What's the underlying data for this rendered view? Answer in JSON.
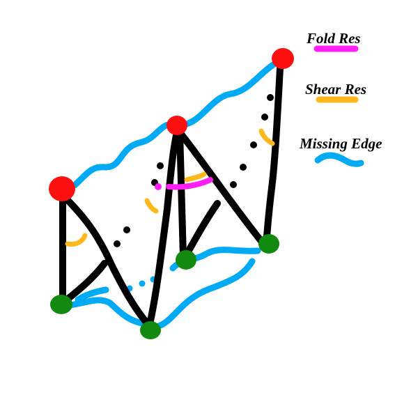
{
  "legend": {
    "items": [
      {
        "label": "Fold Res",
        "color": "#ff1ff4",
        "swatch": "line"
      },
      {
        "label": "Shear Res",
        "color": "#ffb81c",
        "swatch": "line"
      },
      {
        "label": "Missing Edge",
        "color": "#00aaf5",
        "swatch": "wave"
      }
    ]
  },
  "colors": {
    "structure": "#000000",
    "top_vertex": "#ff1010",
    "bottom_vertex": "#12890f",
    "missing_edge": "#00aaf5",
    "fold_res": "#ff1ff4",
    "shear_res": "#ffb81c"
  }
}
